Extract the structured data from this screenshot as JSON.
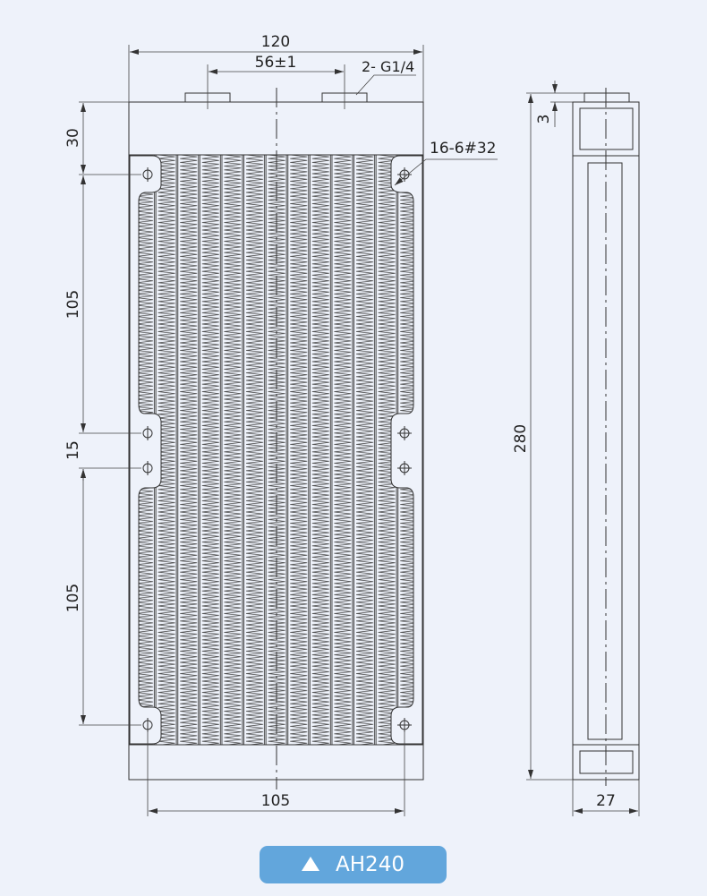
{
  "colors": {
    "background": "#eef2fa",
    "badge": "#62a6dc",
    "line": "#333333"
  },
  "front_view": {
    "width_dim": "120",
    "port_spacing_dim": "56±1",
    "port_label": "2- G1/4",
    "hole_label": "16-6#32",
    "top_dim": "30",
    "upper_span_dim": "105",
    "middle_gap_dim": "15",
    "lower_span_dim": "105",
    "bottom_hole_spacing_dim": "105"
  },
  "side_view": {
    "height_dim": "280",
    "port_height_dim": "3",
    "thickness_dim": "27"
  },
  "badge": {
    "icon": "triangle-up-icon",
    "label": "AH240"
  }
}
